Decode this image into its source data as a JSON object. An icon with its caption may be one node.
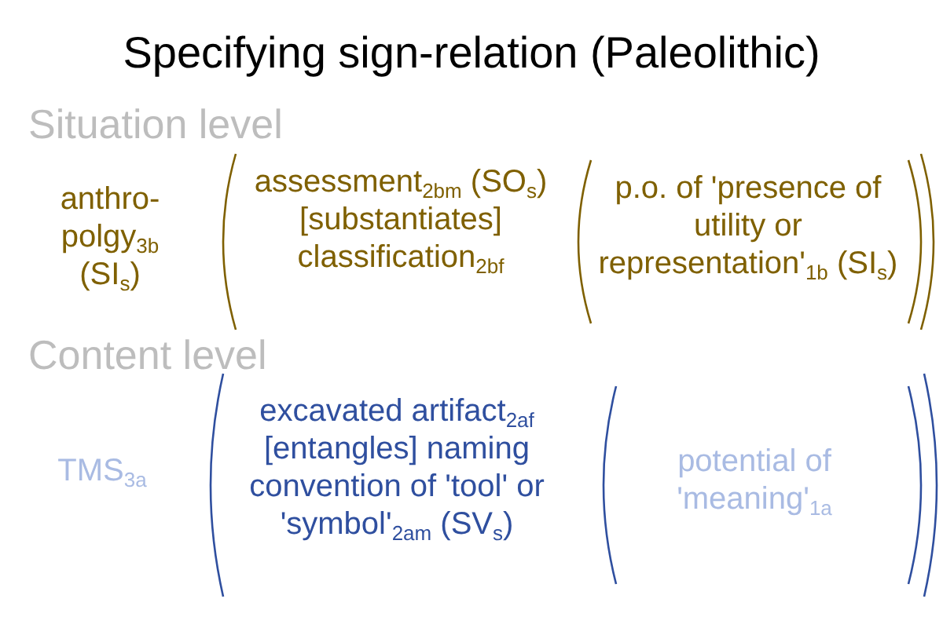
{
  "diagram": {
    "title": "Specifying sign-relation (Paleolithic)",
    "labels": [
      "Situation level",
      "anthro-polgy$_{3b}$ (SI$_{s}$)",
      "assessment$_{2bm}$ (SO$_{s}$) [substantiates] classification$_{2bf}$",
      "p.o. of 'presence of utility or representation'$_{1b}$ (SI$_{s}$)",
      "Content level",
      "TMS$_{3a}$",
      "excavated artifact$_{2af}$ [entangles] naming convention of 'tool' or 'symbol'$_{2am}$ (SV$_{s}$)",
      "potential of 'meaning'$_{1a}$"
    ]
  }
}
